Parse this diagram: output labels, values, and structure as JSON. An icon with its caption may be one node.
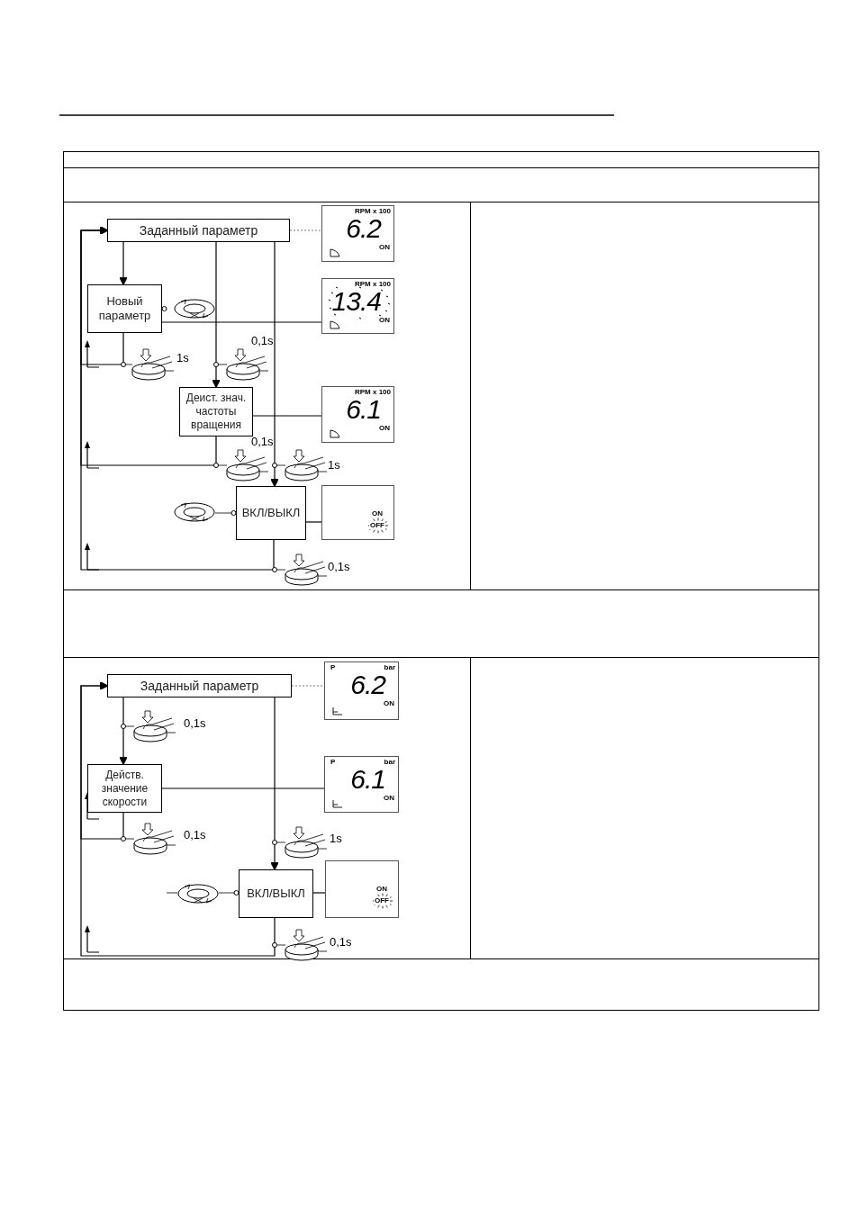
{
  "diagram": {
    "nodes": [
      {
        "text": [
          "Заданный параметр"
        ]
      },
      {
        "text": [
          "RPM x 100",
          "6.2",
          "ON"
        ]
      },
      {
        "text": [
          "Новый параметр"
        ]
      },
      {
        "text": [
          "RPM x 100",
          "13.4",
          "ON"
        ]
      },
      {
        "text": [
          "Деист. знач. частоты вращения"
        ]
      },
      {
        "text": [
          "RPM x 100",
          "6.1",
          "ON"
        ]
      },
      {
        "text": [
          "ВКЛ/ВЫКЛ"
        ]
      },
      {
        "text": [
          "ON",
          "OFF"
        ]
      },
      {
        "text": [
          "Заданный параметр"
        ]
      },
      {
        "text": [
          "P",
          "bar",
          "6.2",
          "ON"
        ]
      },
      {
        "text": [
          "Действ. значение скорости"
        ]
      },
      {
        "text": [
          "P",
          "bar",
          "6.1",
          "ON"
        ]
      },
      {
        "text": [
          "ВКЛ/ВЫКЛ"
        ]
      },
      {
        "text": [
          "ON",
          "OFF"
        ]
      }
    ],
    "edges": [
      {
        "from": 0,
        "to": 2,
        "arrow": "to"
      },
      {
        "from": 0,
        "to": 4,
        "arrow": "to"
      },
      {
        "from": 0,
        "to": 6,
        "arrow": "to"
      },
      {
        "from": 2,
        "to": 0,
        "arrow": "to"
      },
      {
        "from": 4,
        "to": 0,
        "arrow": "to"
      },
      {
        "from": 6,
        "to": 0,
        "arrow": "to"
      },
      {
        "from": 0,
        "to": 1,
        "arrow": "none",
        "style": "dashed"
      },
      {
        "from": 2,
        "to": 3,
        "arrow": "none"
      },
      {
        "from": 4,
        "to": 5,
        "arrow": "none"
      },
      {
        "from": 6,
        "to": 7,
        "arrow": "none"
      },
      {
        "from": 8,
        "to": 10,
        "arrow": "to"
      },
      {
        "from": 8,
        "to": 12,
        "arrow": "to"
      },
      {
        "from": 10,
        "to": 8,
        "arrow": "to"
      },
      {
        "from": 12,
        "to": 8,
        "arrow": "to"
      },
      {
        "from": 8,
        "to": 9,
        "arrow": "none",
        "style": "dashed"
      },
      {
        "from": 10,
        "to": 11,
        "arrow": "none"
      },
      {
        "from": 12,
        "to": 13,
        "arrow": "none"
      }
    ],
    "labels": [
      "0,1s",
      "1s",
      "0,1s",
      "1s",
      "0,1s",
      "0,1s",
      "0,1s",
      "1s",
      "0,1s"
    ]
  }
}
